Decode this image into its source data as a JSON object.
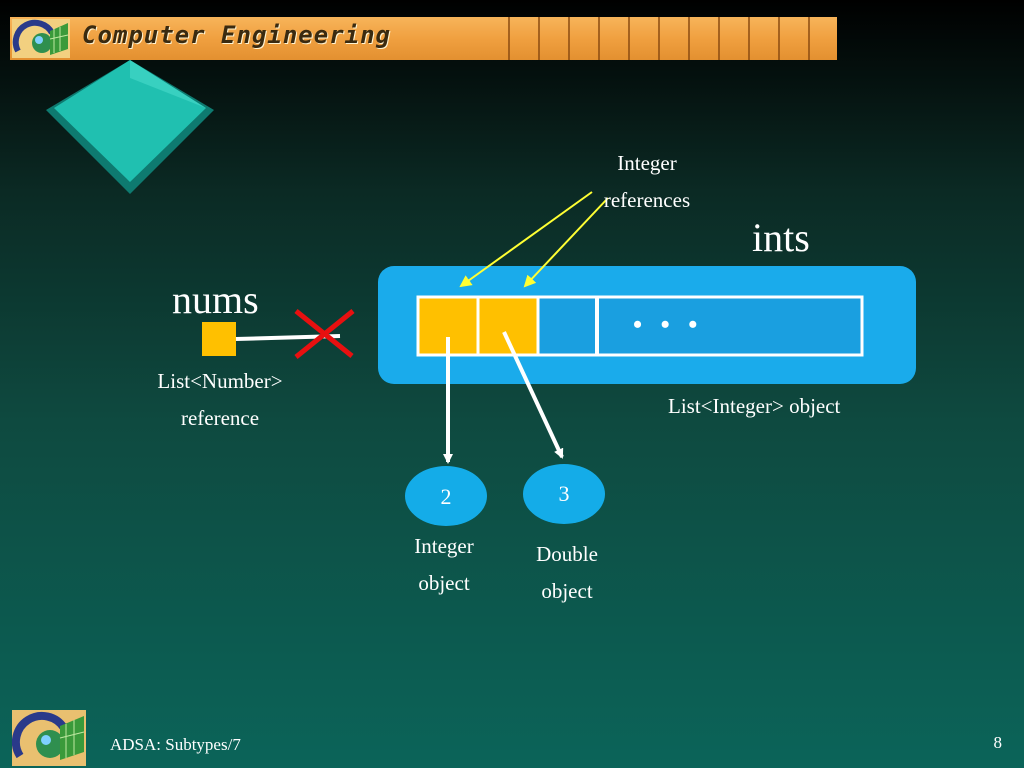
{
  "header": {
    "title": "Computer Engineering"
  },
  "diagram": {
    "integer_references_label": [
      "Integer",
      "references"
    ],
    "ints_label": "ints",
    "nums_label": "nums",
    "nums_ref_label": [
      "List<Number>",
      "reference"
    ],
    "list_object_label": "List<Integer> object",
    "ellipsis": "• • •",
    "objects": [
      {
        "value": "2",
        "caption": [
          "Integer",
          "object"
        ]
      },
      {
        "value": "3",
        "caption": [
          "Double",
          "object"
        ]
      }
    ]
  },
  "footer": {
    "text": "ADSA: Subtypes/7",
    "page": "8"
  },
  "colors": {
    "cell_fill": "#FFC000",
    "list_blue": "#1AABEB",
    "object_blue": "#14ACE8",
    "arrow_yellow": "#FFFF33",
    "cross_red": "#E81010",
    "diamond": "#20C0B0"
  }
}
